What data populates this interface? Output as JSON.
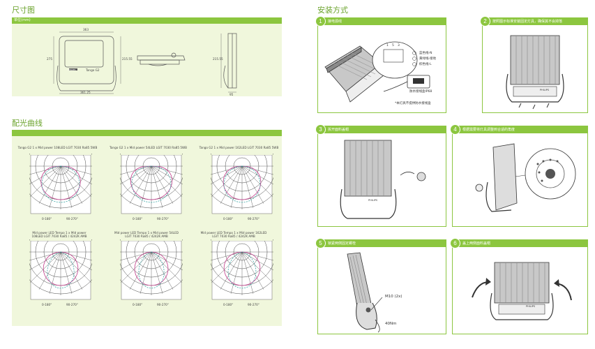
{
  "left": {
    "dim_title": "尺寸图",
    "dim_unit": "单位(mm)",
    "dim_labels": {
      "w_top": "363",
      "w_bottom": "361.25",
      "h_left": "275",
      "h_right": "215.55",
      "brand": "PHILIPS",
      "model": "Tango G2",
      "side_h": "215.55",
      "side_w": "95"
    },
    "pl_title": "配光曲线",
    "polar_titles": [
      "Tango G2 1 x Mid power 108LED LGIT 7030 Ra85 5WB",
      "Tango G2 1 x Mid power 54LED LGIT 7030 Ra85 5WB",
      "Tango G2 1 x Mid power 162LED LGIT 7030 Ra85 5WB",
      "Mid power LED Tempo 1 x Mid power 108LED LGIT 7030 Ra85 / 4242K AMB",
      "Mid power LED Tempo 1 x Mid power 54LED LGIT 7030 Ra85 / 4242K AMB",
      "Mid power LED Tempo 1 x Mid power 162LED LGIT 7030 Ra85 / 4242K AMB"
    ],
    "polar_legend": [
      "0-180°",
      "90-270°"
    ]
  },
  "right": {
    "title": "安装方式",
    "steps": [
      {
        "num": "1",
        "text": "接电源线"
      },
      {
        "num": "2",
        "text": "按照图示标准安装固定灯具，确保其不会掉落"
      },
      {
        "num": "3",
        "text": "拆开面料盖帽"
      },
      {
        "num": "4",
        "text": "根据需要将灯具调整到合适的角度"
      },
      {
        "num": "5",
        "text": "锁紧两侧固定螺栓"
      },
      {
        "num": "6",
        "text": "盖上两侧面料盖帽"
      }
    ],
    "wire_labels": [
      "蓝色线-N",
      "黄绿线-接地",
      "棕色线-L"
    ],
    "wire_nums": [
      "1",
      "5",
      "3"
    ],
    "box_note": "防水接线盒IP68",
    "footnote": "*本灯具不提供防水接线盒",
    "m10": "M10 (2x)",
    "torque": "40Nm",
    "brand": "PHILIPS"
  },
  "colors": {
    "green": "#8cc63f",
    "panel": "#f0f7dc",
    "title": "#6aa32b"
  }
}
